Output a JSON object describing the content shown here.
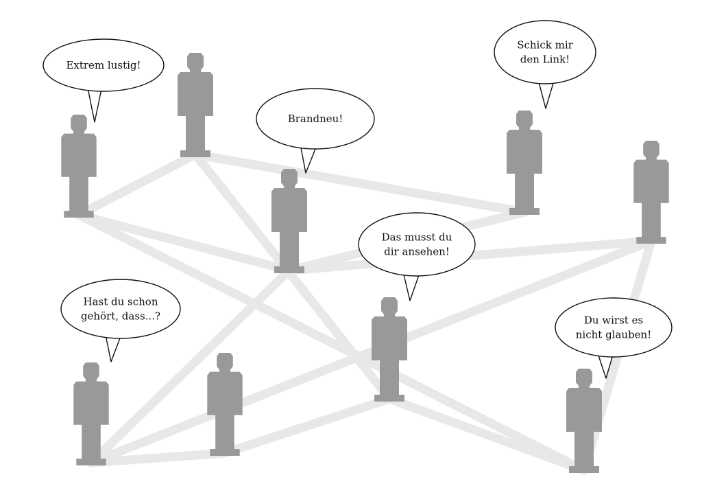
{
  "colors": {
    "background": "#ffffff",
    "person": "#999999",
    "connection": "#e8e8e8",
    "bubble_fill": "#ffffff",
    "bubble_stroke": "#111111",
    "text": "#111111"
  },
  "bubbles": [
    {
      "id": "extrem-lustig",
      "lines": [
        "Extrem lustig!"
      ]
    },
    {
      "id": "brandneu",
      "lines": [
        "Brandneu!"
      ]
    },
    {
      "id": "schick-mir-den-link",
      "lines": [
        "Schick mir",
        "den Link!"
      ]
    },
    {
      "id": "das-musst-du",
      "lines": [
        "Das musst du",
        "dir ansehen!"
      ]
    },
    {
      "id": "hast-du-schon",
      "lines": [
        "Hast du schon",
        "gehört, dass...?"
      ]
    },
    {
      "id": "du-wirst-es",
      "lines": [
        "Du wirst es",
        "nicht glauben!"
      ]
    }
  ]
}
